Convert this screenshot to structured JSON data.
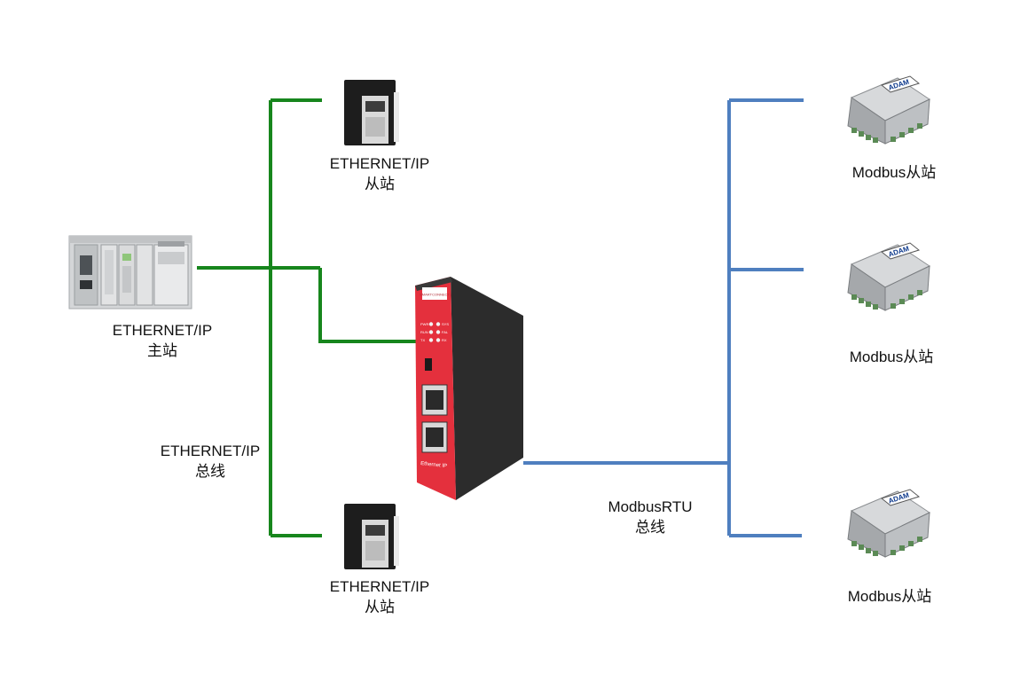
{
  "master": {
    "line1": "ETHERNET/IP",
    "line2": "主站"
  },
  "eip_slave_top": {
    "line1": "ETHERNET/IP",
    "line2": "从站"
  },
  "eip_slave_bottom": {
    "line1": "ETHERNET/IP",
    "line2": "从站"
  },
  "eip_bus": {
    "line1": "ETHERNET/IP",
    "line2": "总线"
  },
  "modbus_bus": {
    "line1": "ModbusRTU",
    "line2": "总线"
  },
  "modbus_slaves": [
    "Modbus从站",
    "Modbus从站",
    "Modbus从站"
  ],
  "gateway": {
    "brand": "SMARTCONNECT",
    "side_label": "Ethernet IP",
    "leds_left": [
      "PWR",
      "RUN",
      "TX"
    ],
    "leds_right": [
      "SYS",
      "FAL",
      "RX"
    ]
  },
  "adam_label": "ADAM",
  "colors": {
    "ethernet_bus": "#17861d",
    "modbus_bus": "#4f7fbf",
    "gateway_red": "#e4303d",
    "gateway_body": "#2c2c2c"
  }
}
